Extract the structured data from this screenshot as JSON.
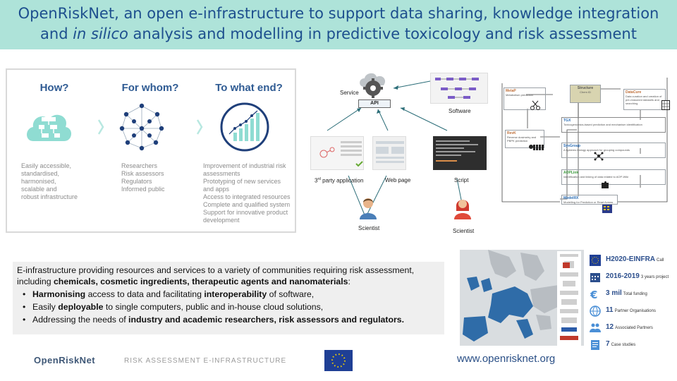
{
  "banner": {
    "line1": "OpenRiskNet, an open e-infrastructure to support data sharing, knowledge integration",
    "line2_pre": "and ",
    "line2_italic": "in silico",
    "line2_post": " analysis and modelling in predictive toxicology and risk assessment"
  },
  "panel": {
    "columns": [
      {
        "heading": "How?",
        "icon": "workflow-cloud-icon",
        "lines": [
          "Easily accessible,",
          "standardised,",
          "harmonised,",
          "scalable and",
          "robust infrastructure"
        ]
      },
      {
        "heading": "For whom?",
        "icon": "network-people-icon",
        "lines": [
          "Researchers",
          "Risk assessors",
          "Regulators",
          "Informed public"
        ]
      },
      {
        "heading": "To what end?",
        "icon": "growth-chart-icon",
        "lines": [
          "Improvement of industrial risk",
          "assessments",
          "Prototyping of new services",
          "and apps",
          "Access to integrated resources",
          "Complete and qualified system",
          "Support for innovative product",
          "development"
        ]
      }
    ]
  },
  "diagram": {
    "service": "Service",
    "api": "API",
    "software": "Software",
    "third_party_pre": "3",
    "third_party_sup": "rd",
    "third_party_post": " party application",
    "web_page": "Web page",
    "script": "Script",
    "scientist": "Scientist"
  },
  "flow": {
    "boxes": [
      {
        "title": "MetaP",
        "text": "Metabolism prediction"
      },
      {
        "title": "Structure",
        "text": "Chem ID"
      },
      {
        "title": "DataCure",
        "text": "Data curation and creation of pre-reasoned datasets and searching"
      },
      {
        "title": "TGX",
        "text": "Toxicogenomics-based prediction and mechanism identification"
      },
      {
        "title": "RevK",
        "text": "Reverse dosimetry and PBPK prediction"
      },
      {
        "title": "SysGroup",
        "text": "A systems biology approach for grouping compounds"
      },
      {
        "title": "AOPLink",
        "text": "Identification and linking of data related to AOP-Wiki"
      },
      {
        "title": "ModelRX",
        "text": "Modelling for Prediction or Read Across"
      }
    ]
  },
  "summary": {
    "intro_a": "E-infrastructure providing resources and services to a variety of communities requiring risk assessment, including ",
    "intro_b": "chemicals, cosmetic ingredients, therapeutic agents and nanomaterials",
    "intro_c": ":",
    "b1_a": "Harmonising",
    "b1_b": " access to data and facilitating ",
    "b1_c": "interoperability",
    "b1_d": " of software,",
    "b2_a": "Easily ",
    "b2_b": "deployable",
    "b2_c": " to single computers, public and in-house cloud solutions,",
    "b3_a": "Addressing the needs of ",
    "b3_b": "industry and academic researchers, risk assessors and regulators."
  },
  "facts": [
    {
      "main": "H2020-EINFRA",
      "sub": "Call",
      "icon": "eu-flag-icon",
      "color": "#1f3f95"
    },
    {
      "main": "2016-2019",
      "sub": "3 years project",
      "icon": "calendar-icon",
      "color": "#2b4e8c"
    },
    {
      "main": "3 mil",
      "sub": "Total funding",
      "icon": "euro-icon",
      "color": "#4a8fd6"
    },
    {
      "main": "11",
      "sub": "Partner Organisations",
      "icon": "globe-icon",
      "color": "#4a8fd6"
    },
    {
      "main": "12",
      "sub": "Associated Partners",
      "icon": "people-icon",
      "color": "#4a8fd6"
    },
    {
      "main": "7",
      "sub": "Case studies",
      "icon": "document-icon",
      "color": "#4a8fd6"
    }
  ],
  "footer": {
    "brand": "OpenRiskNet",
    "tagline": "RISK ASSESSMENT E-INFRASTRUCTURE",
    "url": "www.openrisknet.org"
  },
  "colors": {
    "banner_bg": "#aee3d9",
    "title_blue": "#1d4f8e",
    "teal": "#7fd6cc",
    "navy": "#2f5b93",
    "map_highlight": "#2f6ca8"
  }
}
